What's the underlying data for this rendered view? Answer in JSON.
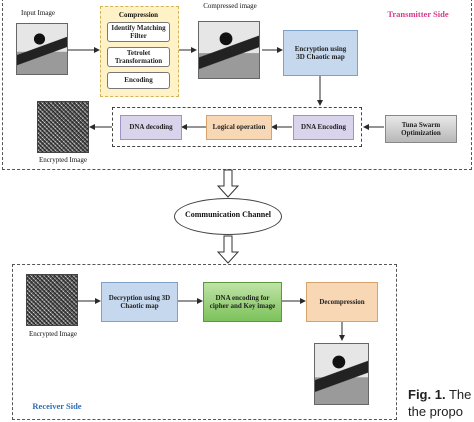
{
  "transmitter": {
    "title": "Transmitter Side",
    "input_image_label": "Input Image",
    "compression": {
      "title": "Compression",
      "steps": [
        "Identify Matching Filter",
        "Tetrolet Transformation",
        "Encoding"
      ]
    },
    "compressed_image_label": "Compressed image",
    "encryption": "Encryption using 3D Chaotic map",
    "dna_encoding": "DNA Encoding",
    "logical_operation": "Logical operation",
    "dna_decoding": "DNA decoding",
    "tuna": "Tuna Swarm Optimization",
    "encrypted_image_label": "Encrypted Image"
  },
  "channel": {
    "label": "Communication Channel"
  },
  "receiver": {
    "title": "Receiver Side",
    "encrypted_image_label": "Encrypted Image",
    "decryption": "Decryption using 3D Chaotic map",
    "dna_encoding": "DNA encoding for cipher and Key image",
    "decompression": "Decompression"
  },
  "caption": {
    "line1": "Fig. 1. The",
    "line2": "the propo"
  },
  "colors": {
    "title_pink": "#d63a8c",
    "title_blue": "#2f6eb5",
    "arrow": "#2a2a2a"
  }
}
